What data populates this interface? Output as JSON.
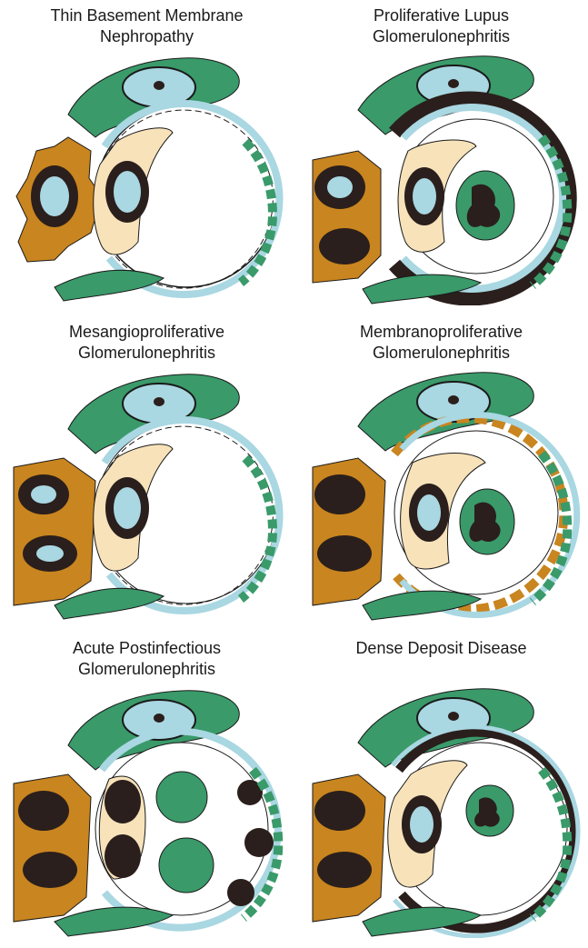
{
  "colors": {
    "capillary_wall": "#a9d7e2",
    "endothelial_cytoplasm": "#f7e2ba",
    "podocyte": "#3a9a6a",
    "mesangial_matrix": "#c9851f",
    "nucleus_dark": "#2a1f1c",
    "nucleus_light": "#a9d7e2",
    "outline": "#1a1a1a"
  },
  "panels": [
    {
      "id": "thin-basement-membrane",
      "title_lines": [
        "Thin Basement Membrane",
        "Nephropathy"
      ]
    },
    {
      "id": "proliferative-lupus",
      "title_lines": [
        "Proliferative Lupus",
        "Glomerulonephritis"
      ]
    },
    {
      "id": "mesangioproliferative",
      "title_lines": [
        "Mesangioproliferative",
        "Glomerulonephritis"
      ]
    },
    {
      "id": "membranoproliferative",
      "title_lines": [
        "Membranoproliferative",
        "Glomerulonephritis"
      ]
    },
    {
      "id": "acute-postinfectious",
      "title_lines": [
        "Acute Postinfectious",
        "Glomerulonephritis"
      ]
    },
    {
      "id": "dense-deposit",
      "title_lines": [
        "Dense Deposit Disease"
      ]
    }
  ]
}
